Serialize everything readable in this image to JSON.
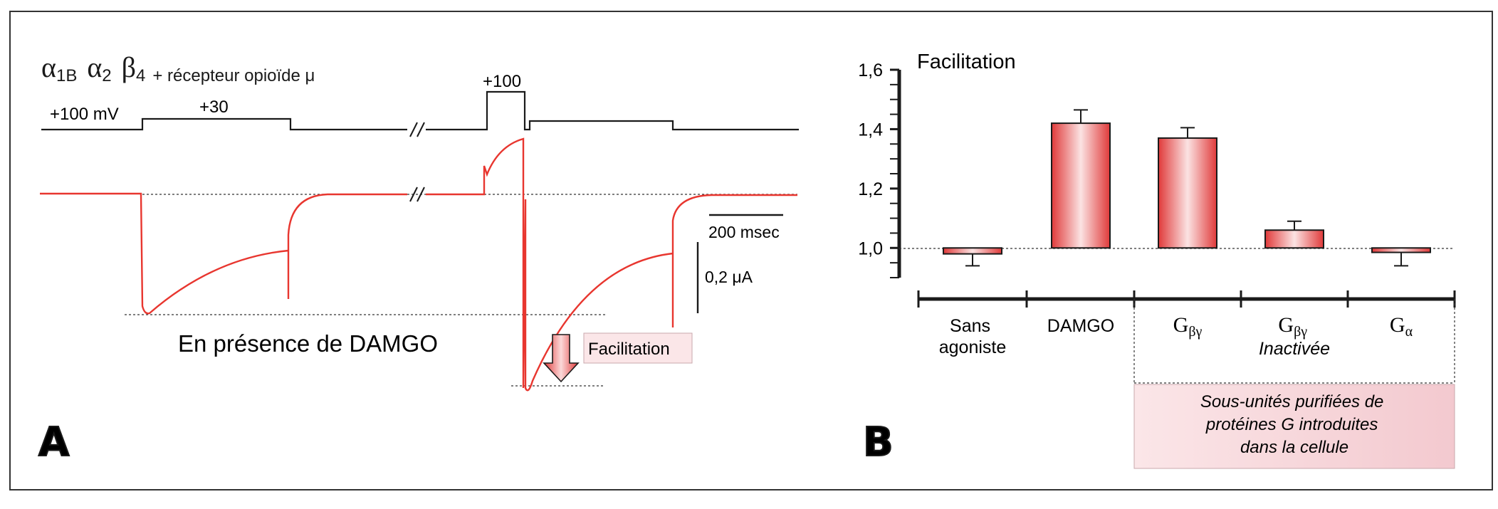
{
  "colors": {
    "trace": "#e8362f",
    "bar_light": "#fbe3e3",
    "bar_dark": "#e03a3a",
    "box_fill": "#fbe6e8",
    "ink": "#1a1a1a"
  },
  "panelA": {
    "label": "A",
    "title": {
      "a1": "α",
      "a1_sub": "1B",
      "a2": "α",
      "a2_sub": "2",
      "b4": "β",
      "b4_sub": "4",
      "rest": "+ récepteur opioïde μ"
    },
    "protocol": {
      "hold": "+100 mV",
      "step": "+30",
      "prepulse": "+100"
    },
    "scale_time": "200 msec",
    "scale_current": "0,2 μA",
    "caption": "En présence de DAMGO",
    "arrow_label": "Facilitation"
  },
  "panelB": {
    "label": "B"
  },
  "chart_data": {
    "type": "bar",
    "ylabel": "Facilitation",
    "ylim": [
      0.9,
      1.6
    ],
    "yticks": [
      "1,0",
      "1,2",
      "1,4",
      "1,6"
    ],
    "baseline": 1.0,
    "categories": [
      "Sans agoniste",
      "DAMGO",
      "Gβγ",
      "Gβγ Inactivée",
      "Gα"
    ],
    "values": [
      0.98,
      1.42,
      1.37,
      1.06,
      0.985
    ],
    "errors": [
      0.04,
      0.045,
      0.035,
      0.03,
      0.045
    ],
    "bracket_label": "Sous-unités purifiées de protéines G introduites dans la cellule"
  }
}
